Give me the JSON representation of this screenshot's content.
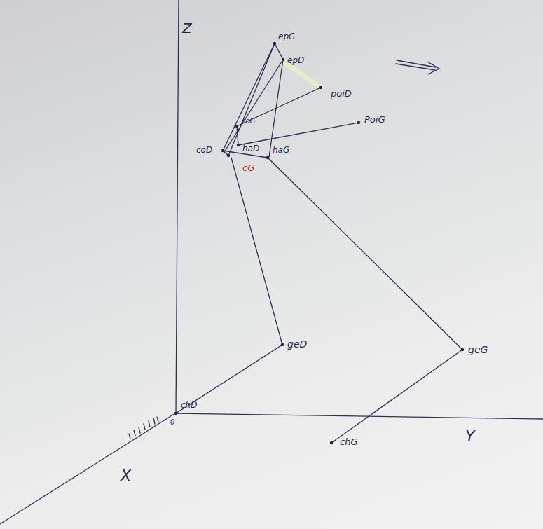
{
  "diagram": {
    "labels": [
      "Z",
      "epG",
      "epD",
      "poiD",
      "PoiG",
      "coD",
      "coG",
      "haD",
      "haG",
      "cG",
      "geD",
      "geG",
      "chD",
      "0",
      "chG",
      "X",
      "Y"
    ]
  }
}
